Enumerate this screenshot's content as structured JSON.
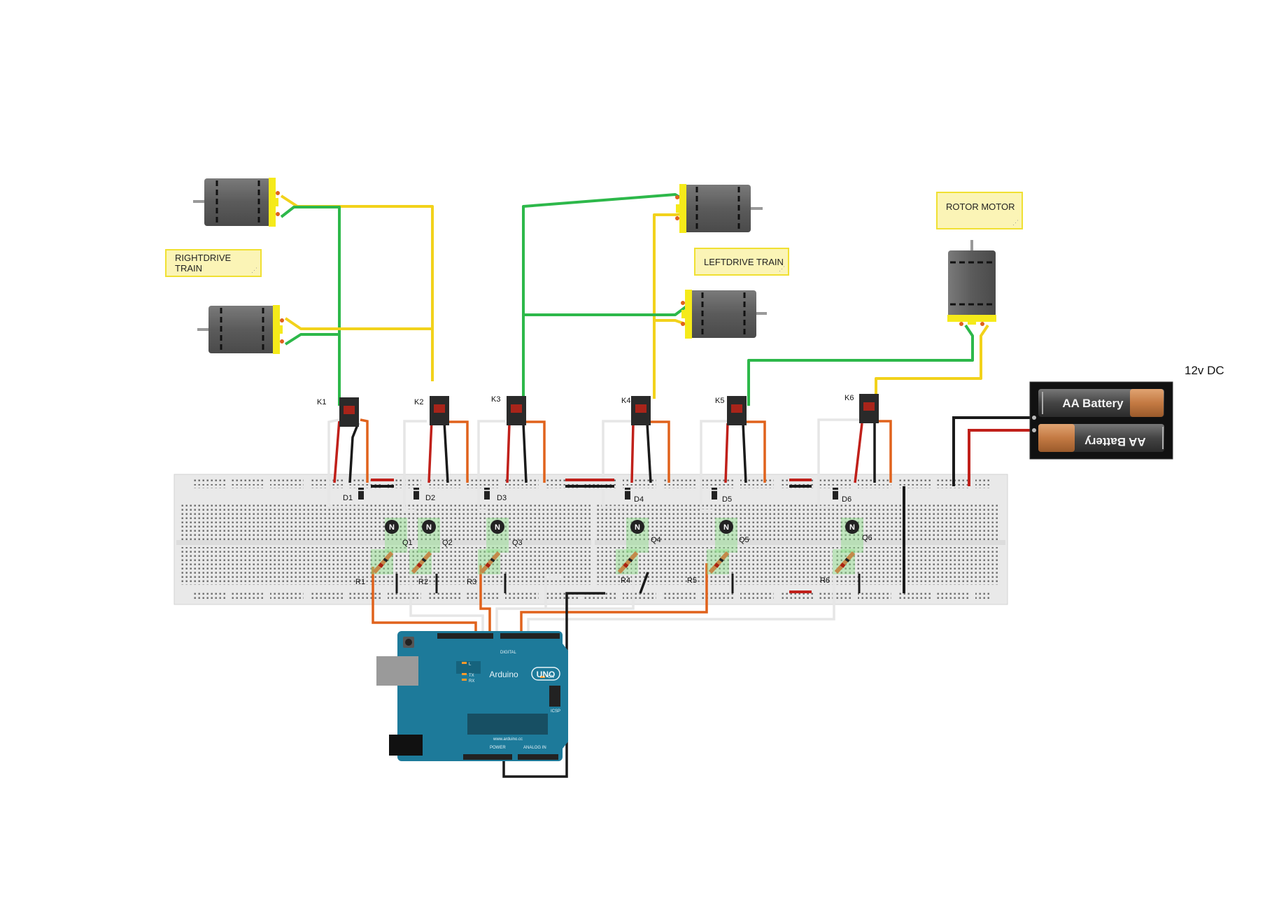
{
  "notes": {
    "right_drive": "RIGHTDRIVE TRAIN",
    "left_drive": "LEFTDRIVE TRAIN",
    "rotor": "ROTOR MOTOR"
  },
  "power_label": "12v DC",
  "battery": {
    "label_top": "AA Battery",
    "label_bottom": "AA Battery"
  },
  "relays": [
    "K1",
    "K2",
    "K3",
    "K4",
    "K5",
    "K6"
  ],
  "diodes": [
    "D1",
    "D2",
    "D3",
    "D4",
    "D5",
    "D6"
  ],
  "transistors": [
    "Q1",
    "Q2",
    "Q3",
    "Q4",
    "Q5",
    "Q6"
  ],
  "resistors": [
    "R1",
    "R2",
    "R3",
    "R4",
    "R5",
    "R6"
  ],
  "transistor_marker": "N",
  "arduino": {
    "brand": "Arduino",
    "model": "UNO",
    "site": "www.arduino.cc",
    "on_label": "ON",
    "tx_label": "TX",
    "rx_label": "RX",
    "l_label": "L",
    "digital_label": "DIGITAL",
    "power_label": "POWER",
    "analog_label": "ANALOG IN",
    "icsp_label": "ICSP"
  },
  "colors": {
    "wire_green": "#2db84a",
    "wire_yellow": "#f2d21b",
    "wire_red": "#c0201a",
    "wire_orange": "#e0621c",
    "wire_black": "#1a1a1a",
    "wire_white": "#e6e6e6",
    "arduino_blue": "#1d7a9a",
    "breadboard": "#e9e9e9",
    "motor_body": "#5d5d5d",
    "motor_cap": "#f5ea1a"
  }
}
